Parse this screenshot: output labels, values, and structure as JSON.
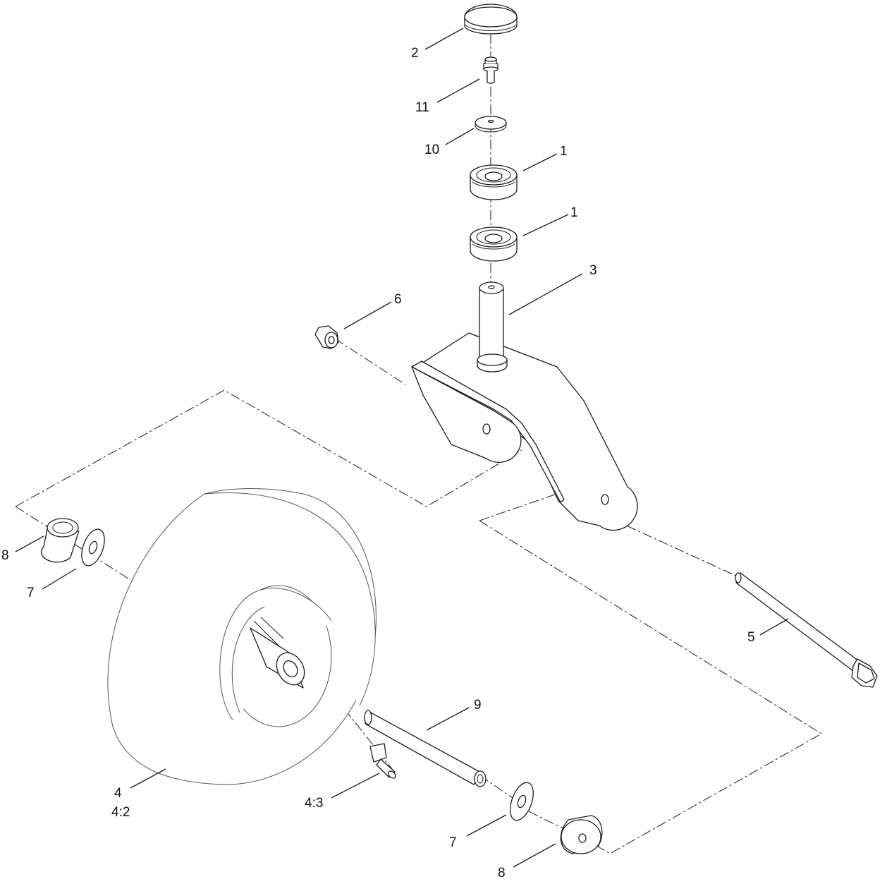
{
  "diagram": {
    "callouts": {
      "c2": "2",
      "c11": "11",
      "c10": "10",
      "c1a": "1",
      "c1b": "1",
      "c3": "3",
      "c6": "6",
      "c8a": "8",
      "c7a": "7",
      "c5": "5",
      "c9": "9",
      "c4": "4",
      "c4_2": "4:2",
      "c4_3": "4:3",
      "c7b": "7",
      "c8b": "8"
    }
  }
}
